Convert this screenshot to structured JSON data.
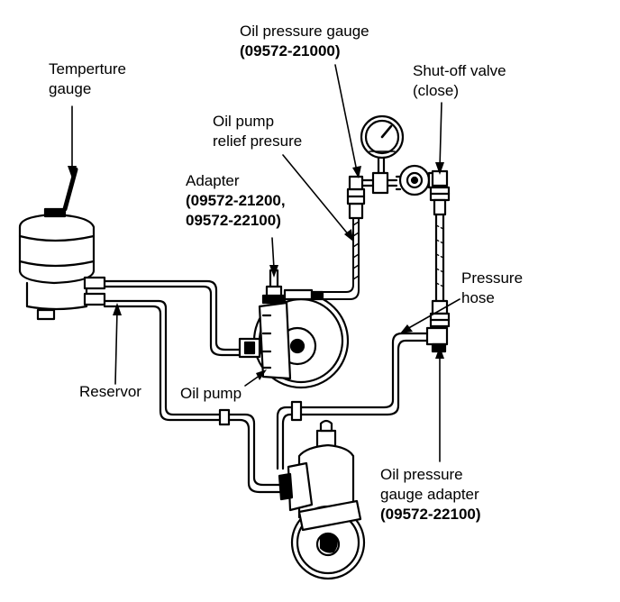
{
  "labels": {
    "temperature_gauge": [
      "Temperture",
      "gauge"
    ],
    "oil_pressure_gauge": [
      "Oil pressure gauge",
      "(09572-21000)"
    ],
    "shut_off_valve": [
      "Shut-off valve",
      "(close)"
    ],
    "oil_pump_relief": [
      "Oil pump",
      "relief presure"
    ],
    "adapter": [
      "Adapter",
      "(09572-21200,",
      "09572-22100)"
    ],
    "pressure_hose": [
      "Pressure",
      "hose"
    ],
    "reservor": "Reservor",
    "oil_pump": "Oil pump",
    "gauge_adapter": [
      "Oil pressure",
      "gauge adapter",
      "(09572-22100)"
    ]
  },
  "colors": {
    "ink": "#000000",
    "paper": "#ffffff"
  }
}
